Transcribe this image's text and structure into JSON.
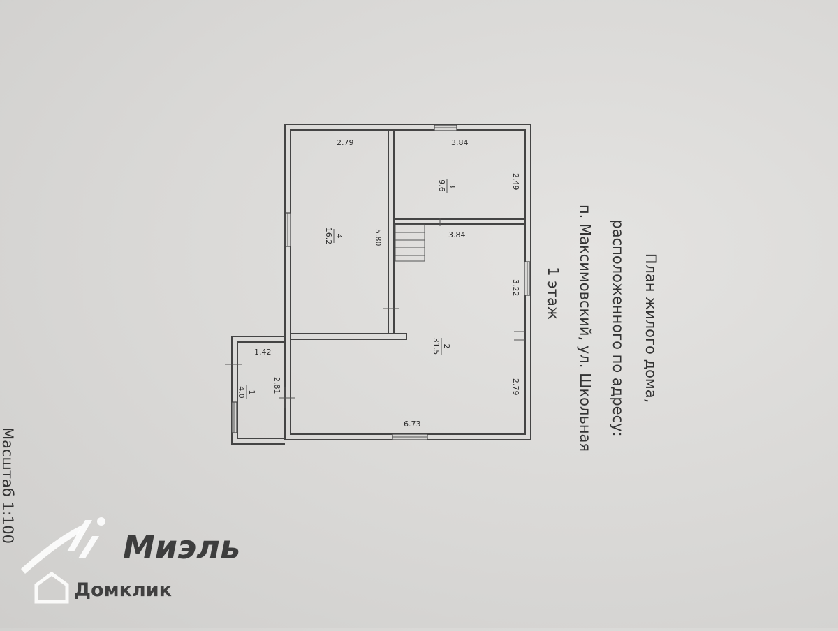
{
  "plan": {
    "title": {
      "line1": "План жилого дома,",
      "line2": "расположенного по адресу:",
      "line3": "п. Максимовский, ул. Школьная",
      "line4": "1 этаж"
    },
    "scale": "Масштаб 1:100",
    "rooms": [
      {
        "number": "1",
        "area": "4.0"
      },
      {
        "number": "2",
        "area": "31.5"
      },
      {
        "number": "3",
        "area": "9.6"
      },
      {
        "number": "4",
        "area": "16.2"
      }
    ],
    "dimensions": [
      "2.79",
      "3.84",
      "2.49",
      "5.80",
      "3.84",
      "3.22",
      "1.42",
      "2.81",
      "2.79",
      "6.73"
    ]
  },
  "watermark": {
    "brand": "Миэль",
    "sub": "Домклик",
    "color": "#ffffff"
  }
}
